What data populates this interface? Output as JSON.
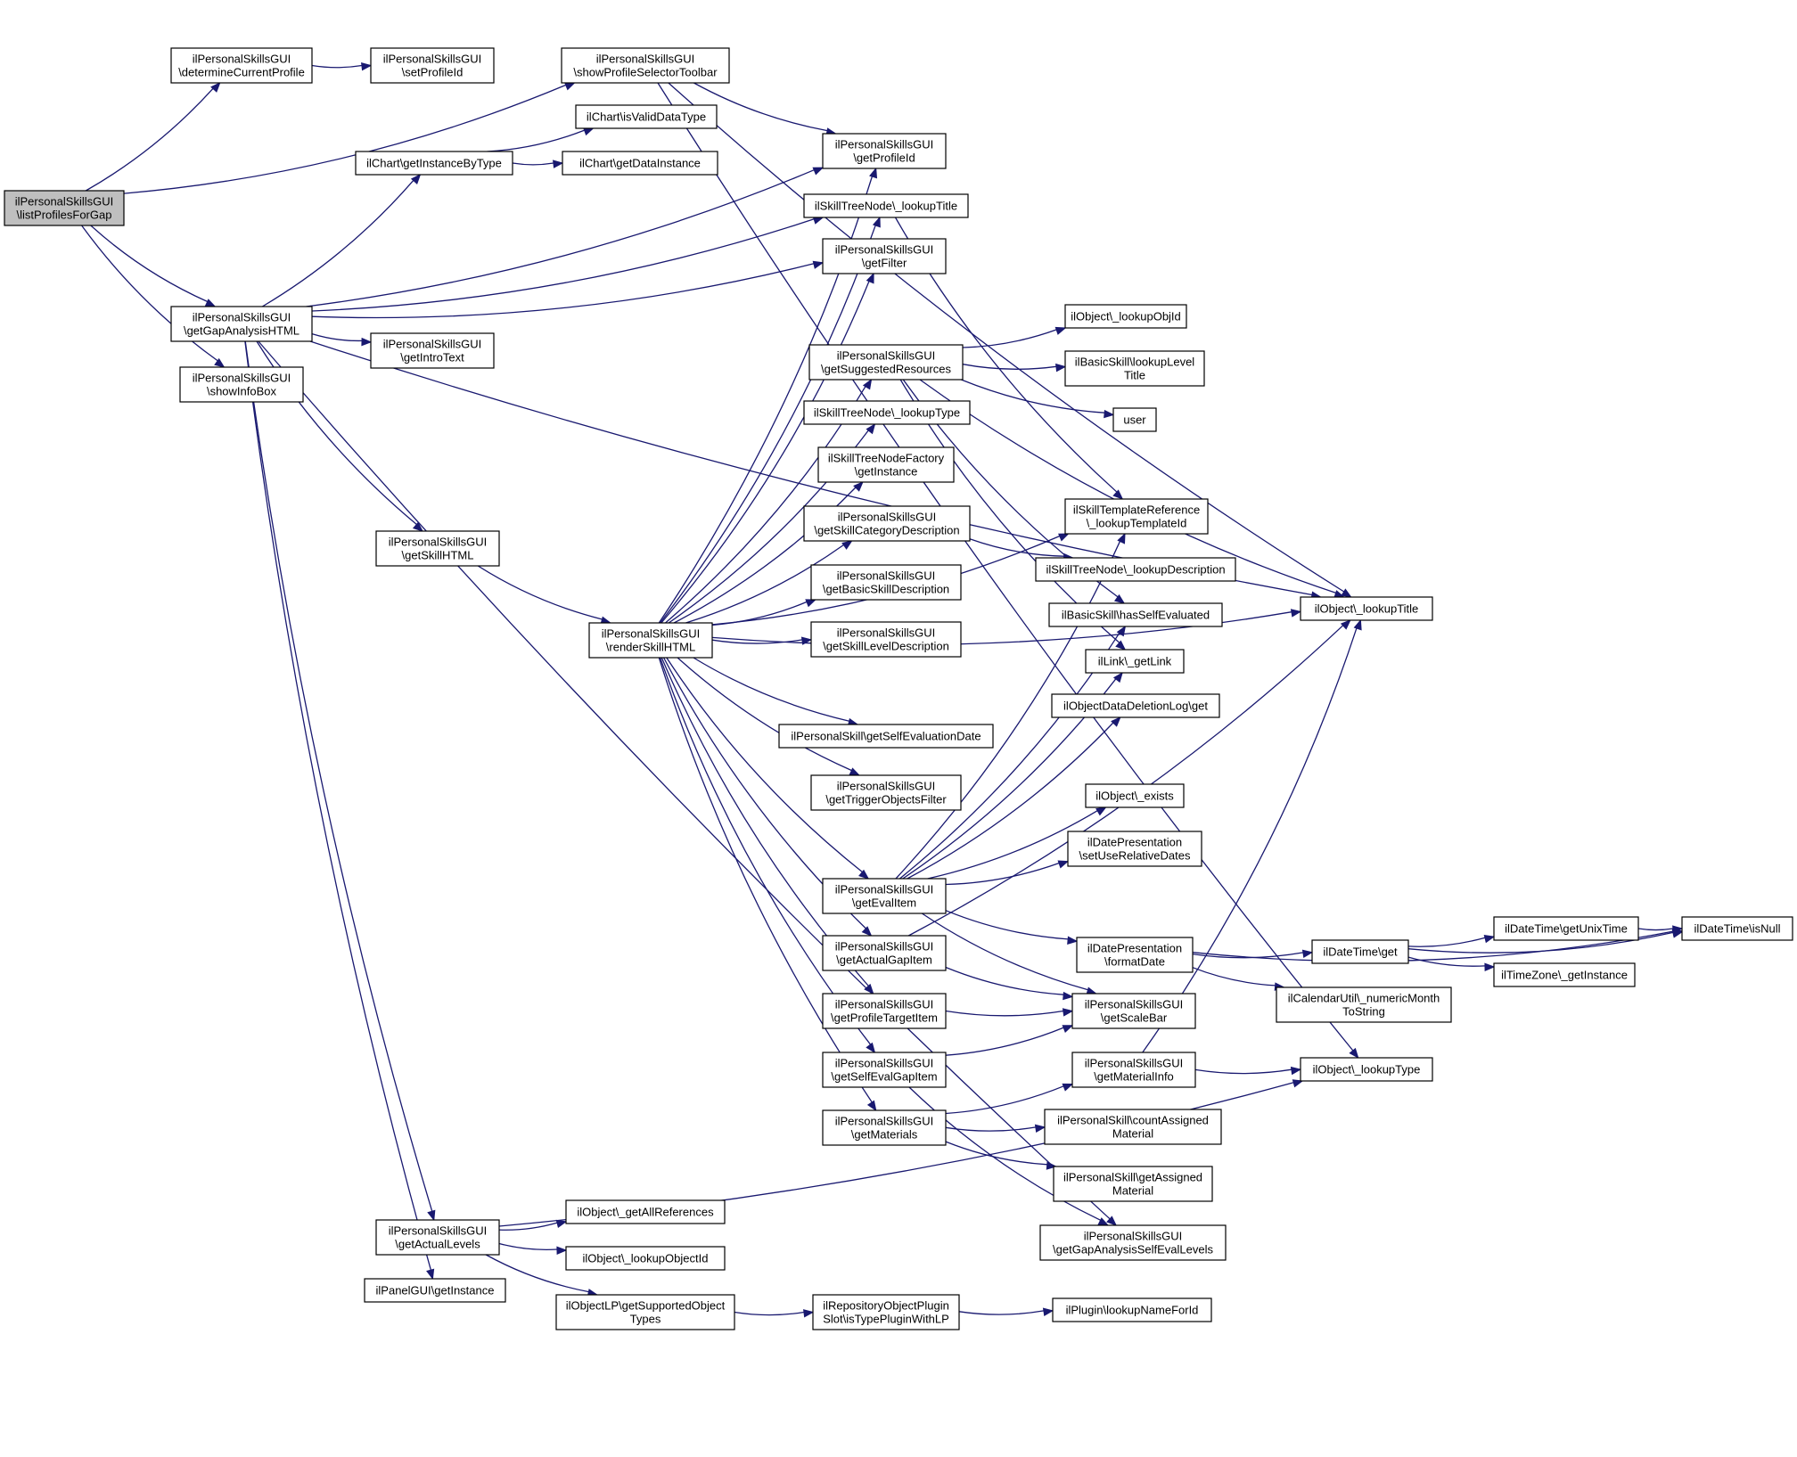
{
  "nodes": [
    {
      "id": "listProfilesForGap",
      "lines": [
        "ilPersonalSkillsGUI",
        "\\listProfilesForGap"
      ],
      "root": true
    },
    {
      "id": "determineCurrentProfile",
      "lines": [
        "ilPersonalSkillsGUI",
        "\\determineCurrentProfile"
      ]
    },
    {
      "id": "setProfileId",
      "lines": [
        "ilPersonalSkillsGUI",
        "\\setProfileId"
      ]
    },
    {
      "id": "showProfileSelectorToolbar",
      "lines": [
        "ilPersonalSkillsGUI",
        "\\showProfileSelectorToolbar"
      ]
    },
    {
      "id": "isValidDataType",
      "lines": [
        "ilChart\\isValidDataType"
      ]
    },
    {
      "id": "getInstanceByType",
      "lines": [
        "ilChart\\getInstanceByType"
      ]
    },
    {
      "id": "getDataInstance",
      "lines": [
        "ilChart\\getDataInstance"
      ]
    },
    {
      "id": "getProfileId",
      "lines": [
        "ilPersonalSkillsGUI",
        "\\getProfileId"
      ]
    },
    {
      "id": "lookupTitleTree",
      "lines": [
        "ilSkillTreeNode\\_lookupTitle"
      ]
    },
    {
      "id": "getFilter",
      "lines": [
        "ilPersonalSkillsGUI",
        "\\getFilter"
      ]
    },
    {
      "id": "getGapAnalysisHTML",
      "lines": [
        "ilPersonalSkillsGUI",
        "\\getGapAnalysisHTML"
      ]
    },
    {
      "id": "getIntroText",
      "lines": [
        "ilPersonalSkillsGUI",
        "\\getIntroText"
      ]
    },
    {
      "id": "showInfoBox",
      "lines": [
        "ilPersonalSkillsGUI",
        "\\showInfoBox"
      ]
    },
    {
      "id": "lookupObjId",
      "lines": [
        "ilObject\\_lookupObjId"
      ]
    },
    {
      "id": "getSuggestedResources",
      "lines": [
        "ilPersonalSkillsGUI",
        "\\getSuggestedResources"
      ]
    },
    {
      "id": "lookupLevelTitle",
      "lines": [
        "ilBasicSkill\\lookupLevel",
        "Title"
      ]
    },
    {
      "id": "user",
      "lines": [
        "user"
      ]
    },
    {
      "id": "lookupTypeTree",
      "lines": [
        "ilSkillTreeNode\\_lookupType"
      ]
    },
    {
      "id": "nodeFactoryGetInstance",
      "lines": [
        "ilSkillTreeNodeFactory",
        "\\getInstance"
      ]
    },
    {
      "id": "lookupTemplateId",
      "lines": [
        "ilSkillTemplateReference",
        "\\_lookupTemplateId"
      ]
    },
    {
      "id": "getSkillCategoryDescription",
      "lines": [
        "ilPersonalSkillsGUI",
        "\\getSkillCategoryDescription"
      ]
    },
    {
      "id": "lookupDescription",
      "lines": [
        "ilSkillTreeNode\\_lookupDescription"
      ]
    },
    {
      "id": "getSkillHTML",
      "lines": [
        "ilPersonalSkillsGUI",
        "\\getSkillHTML"
      ]
    },
    {
      "id": "getBasicSkillDescription",
      "lines": [
        "ilPersonalSkillsGUI",
        "\\getBasicSkillDescription"
      ]
    },
    {
      "id": "objLookupTitle",
      "lines": [
        "ilObject\\_lookupTitle"
      ]
    },
    {
      "id": "hasSelfEvaluated",
      "lines": [
        "ilBasicSkill\\hasSelfEvaluated"
      ]
    },
    {
      "id": "renderSkillHTML",
      "lines": [
        "ilPersonalSkillsGUI",
        "\\renderSkillHTML"
      ]
    },
    {
      "id": "getSkillLevelDescription",
      "lines": [
        "ilPersonalSkillsGUI",
        "\\getSkillLevelDescription"
      ]
    },
    {
      "id": "getLink",
      "lines": [
        "ilLink\\_getLink"
      ]
    },
    {
      "id": "deletionLogGet",
      "lines": [
        "ilObjectDataDeletionLog\\get"
      ]
    },
    {
      "id": "getSelfEvaluationDate",
      "lines": [
        "ilPersonalSkill\\getSelfEvaluationDate"
      ]
    },
    {
      "id": "getTriggerObjectsFilter",
      "lines": [
        "ilPersonalSkillsGUI",
        "\\getTriggerObjectsFilter"
      ]
    },
    {
      "id": "objExists",
      "lines": [
        "ilObject\\_exists"
      ]
    },
    {
      "id": "setUseRelativeDates",
      "lines": [
        "ilDatePresentation",
        "\\setUseRelativeDates"
      ]
    },
    {
      "id": "getEvalItem",
      "lines": [
        "ilPersonalSkillsGUI",
        "\\getEvalItem"
      ]
    },
    {
      "id": "getUnixTime",
      "lines": [
        "ilDateTime\\getUnixTime"
      ]
    },
    {
      "id": "isNull",
      "lines": [
        "ilDateTime\\isNull"
      ]
    },
    {
      "id": "getActualGapItem",
      "lines": [
        "ilPersonalSkillsGUI",
        "\\getActualGapItem"
      ]
    },
    {
      "id": "formatDate",
      "lines": [
        "ilDatePresentation",
        "\\formatDate"
      ]
    },
    {
      "id": "dateTimeGet",
      "lines": [
        "ilDateTime\\get"
      ]
    },
    {
      "id": "tzGetInstance",
      "lines": [
        "ilTimeZone\\_getInstance"
      ]
    },
    {
      "id": "numericMonthToString",
      "lines": [
        "ilCalendarUtil\\_numericMonth",
        "ToString"
      ]
    },
    {
      "id": "getProfileTargetItem",
      "lines": [
        "ilPersonalSkillsGUI",
        "\\getProfileTargetItem"
      ]
    },
    {
      "id": "getScaleBar",
      "lines": [
        "ilPersonalSkillsGUI",
        "\\getScaleBar"
      ]
    },
    {
      "id": "getMaterialInfo",
      "lines": [
        "ilPersonalSkillsGUI",
        "\\getMaterialInfo"
      ]
    },
    {
      "id": "getSelfEvalGapItem",
      "lines": [
        "ilPersonalSkillsGUI",
        "\\getSelfEvalGapItem"
      ]
    },
    {
      "id": "objLookupType",
      "lines": [
        "ilObject\\_lookupType"
      ]
    },
    {
      "id": "countAssignedMaterial",
      "lines": [
        "ilPersonalSkill\\countAssigned",
        "Material"
      ]
    },
    {
      "id": "getMaterials",
      "lines": [
        "ilPersonalSkillsGUI",
        "\\getMaterials"
      ]
    },
    {
      "id": "getAssignedMaterial",
      "lines": [
        "ilPersonalSkill\\getAssigned",
        "Material"
      ]
    },
    {
      "id": "getAllReferences",
      "lines": [
        "ilObject\\_getAllReferences"
      ]
    },
    {
      "id": "getActualLevels",
      "lines": [
        "ilPersonalSkillsGUI",
        "\\getActualLevels"
      ]
    },
    {
      "id": "getGapAnalysisSelfEvalLevels",
      "lines": [
        "ilPersonalSkillsGUI",
        "\\getGapAnalysisSelfEvalLevels"
      ]
    },
    {
      "id": "lookupObjectId",
      "lines": [
        "ilObject\\_lookupObjectId"
      ]
    },
    {
      "id": "panelGetInstance",
      "lines": [
        "ilPanelGUI\\getInstance"
      ]
    },
    {
      "id": "getSupportedObjectTypes",
      "lines": [
        "ilObjectLP\\getSupportedObject",
        "Types"
      ]
    },
    {
      "id": "isTypePluginWithLP",
      "lines": [
        "ilRepositoryObjectPlugin",
        "Slot\\isTypePluginWithLP"
      ]
    },
    {
      "id": "lookupNameForId",
      "lines": [
        "ilPlugin\\lookupNameForId"
      ]
    }
  ],
  "edges": [
    [
      "listProfilesForGap",
      "determineCurrentProfile"
    ],
    [
      "listProfilesForGap",
      "showProfileSelectorToolbar"
    ],
    [
      "listProfilesForGap",
      "getGapAnalysisHTML"
    ],
    [
      "listProfilesForGap",
      "showInfoBox"
    ],
    [
      "determineCurrentProfile",
      "setProfileId"
    ],
    [
      "showProfileSelectorToolbar",
      "getProfileId"
    ],
    [
      "showProfileSelectorToolbar",
      "objLookupTitle"
    ],
    [
      "showProfileSelectorToolbar",
      "objLookupType"
    ],
    [
      "getInstanceByType",
      "isValidDataType"
    ],
    [
      "getInstanceByType",
      "getDataInstance"
    ],
    [
      "getGapAnalysisHTML",
      "getInstanceByType"
    ],
    [
      "getGapAnalysisHTML",
      "getProfileId"
    ],
    [
      "getGapAnalysisHTML",
      "lookupTitleTree"
    ],
    [
      "getGapAnalysisHTML",
      "getFilter"
    ],
    [
      "getGapAnalysisHTML",
      "getIntroText"
    ],
    [
      "getGapAnalysisHTML",
      "objLookupTitle"
    ],
    [
      "getGapAnalysisHTML",
      "getSkillHTML"
    ],
    [
      "getGapAnalysisHTML",
      "getGapAnalysisSelfEvalLevels"
    ],
    [
      "getGapAnalysisHTML",
      "getActualLevels"
    ],
    [
      "getGapAnalysisHTML",
      "panelGetInstance"
    ],
    [
      "getSkillHTML",
      "renderSkillHTML"
    ],
    [
      "renderSkillHTML",
      "getProfileId"
    ],
    [
      "renderSkillHTML",
      "lookupTitleTree"
    ],
    [
      "renderSkillHTML",
      "getFilter"
    ],
    [
      "renderSkillHTML",
      "getSuggestedResources"
    ],
    [
      "renderSkillHTML",
      "lookupTypeTree"
    ],
    [
      "renderSkillHTML",
      "nodeFactoryGetInstance"
    ],
    [
      "renderSkillHTML",
      "getSkillCategoryDescription"
    ],
    [
      "renderSkillHTML",
      "getBasicSkillDescription"
    ],
    [
      "renderSkillHTML",
      "getSkillLevelDescription"
    ],
    [
      "renderSkillHTML",
      "lookupTemplateId"
    ],
    [
      "renderSkillHTML",
      "getSelfEvaluationDate"
    ],
    [
      "renderSkillHTML",
      "getTriggerObjectsFilter"
    ],
    [
      "renderSkillHTML",
      "objLookupTitle"
    ],
    [
      "renderSkillHTML",
      "getEvalItem"
    ],
    [
      "renderSkillHTML",
      "getActualGapItem"
    ],
    [
      "renderSkillHTML",
      "getProfileTargetItem"
    ],
    [
      "renderSkillHTML",
      "getSelfEvalGapItem"
    ],
    [
      "renderSkillHTML",
      "getMaterials"
    ],
    [
      "lookupTitleTree",
      "lookupTemplateId"
    ],
    [
      "getSuggestedResources",
      "lookupObjId"
    ],
    [
      "getSuggestedResources",
      "lookupLevelTitle"
    ],
    [
      "getSuggestedResources",
      "user"
    ],
    [
      "getSuggestedResources",
      "objLookupTitle"
    ],
    [
      "getSuggestedResources",
      "hasSelfEvaluated"
    ],
    [
      "getSuggestedResources",
      "getLink"
    ],
    [
      "getSkillCategoryDescription",
      "lookupDescription"
    ],
    [
      "getEvalItem",
      "lookupTemplateId"
    ],
    [
      "getEvalItem",
      "hasSelfEvaluated"
    ],
    [
      "getEvalItem",
      "getLink"
    ],
    [
      "getEvalItem",
      "deletionLogGet"
    ],
    [
      "getEvalItem",
      "objExists"
    ],
    [
      "getEvalItem",
      "setUseRelativeDates"
    ],
    [
      "getEvalItem",
      "formatDate"
    ],
    [
      "getEvalItem",
      "getScaleBar"
    ],
    [
      "getActualGapItem",
      "objLookupTitle"
    ],
    [
      "getActualGapItem",
      "getScaleBar"
    ],
    [
      "getProfileTargetItem",
      "getScaleBar"
    ],
    [
      "getSelfEvalGapItem",
      "getScaleBar"
    ],
    [
      "getSelfEvalGapItem",
      "getGapAnalysisSelfEvalLevels"
    ],
    [
      "getMaterials",
      "getMaterialInfo"
    ],
    [
      "getMaterials",
      "countAssignedMaterial"
    ],
    [
      "getMaterials",
      "getAssignedMaterial"
    ],
    [
      "getMaterialInfo",
      "objLookupTitle"
    ],
    [
      "getMaterialInfo",
      "objLookupType"
    ],
    [
      "formatDate",
      "dateTimeGet"
    ],
    [
      "formatDate",
      "isNull"
    ],
    [
      "formatDate",
      "numericMonthToString"
    ],
    [
      "dateTimeGet",
      "getUnixTime"
    ],
    [
      "dateTimeGet",
      "tzGetInstance"
    ],
    [
      "dateTimeGet",
      "isNull"
    ],
    [
      "getUnixTime",
      "isNull"
    ],
    [
      "getActualLevels",
      "getAllReferences"
    ],
    [
      "getActualLevels",
      "lookupObjectId"
    ],
    [
      "getActualLevels",
      "getSupportedObjectTypes"
    ],
    [
      "getActualLevels",
      "objLookupType"
    ],
    [
      "getSupportedObjectTypes",
      "isTypePluginWithLP"
    ],
    [
      "isTypePluginWithLP",
      "lookupNameForId"
    ]
  ]
}
